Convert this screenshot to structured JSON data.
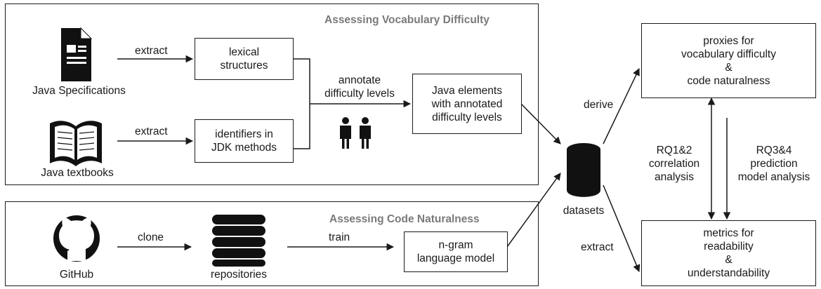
{
  "sections": {
    "vocab_title": "Assessing Vocabulary Difficulty",
    "naturalness_title": "Assessing Code Naturalness"
  },
  "sources": {
    "java_spec": "Java Specifications",
    "java_textbooks": "Java textbooks",
    "github": "GitHub",
    "repositories": "repositories",
    "datasets": "datasets"
  },
  "boxes": {
    "lexical": "lexical\nstructures",
    "identifiers": "identifiers in\nJDK methods",
    "java_elements": "Java elements\nwith annotated\ndifficulty levels",
    "ngram": "n-gram\nlanguage model",
    "proxies": "proxies for\nvocabulary difficulty\n&\ncode naturalness",
    "metrics": "metrics for\nreadability\n&\nunderstandability"
  },
  "edges": {
    "extract_spec": "extract",
    "extract_textbooks": "extract",
    "annotate": "annotate\ndifficulty levels",
    "clone": "clone",
    "train": "train",
    "derive": "derive",
    "extract_metrics": "extract",
    "rq12": "RQ1&2\ncorrelation\nanalysis",
    "rq34": "RQ3&4\nprediction\nmodel analysis"
  }
}
